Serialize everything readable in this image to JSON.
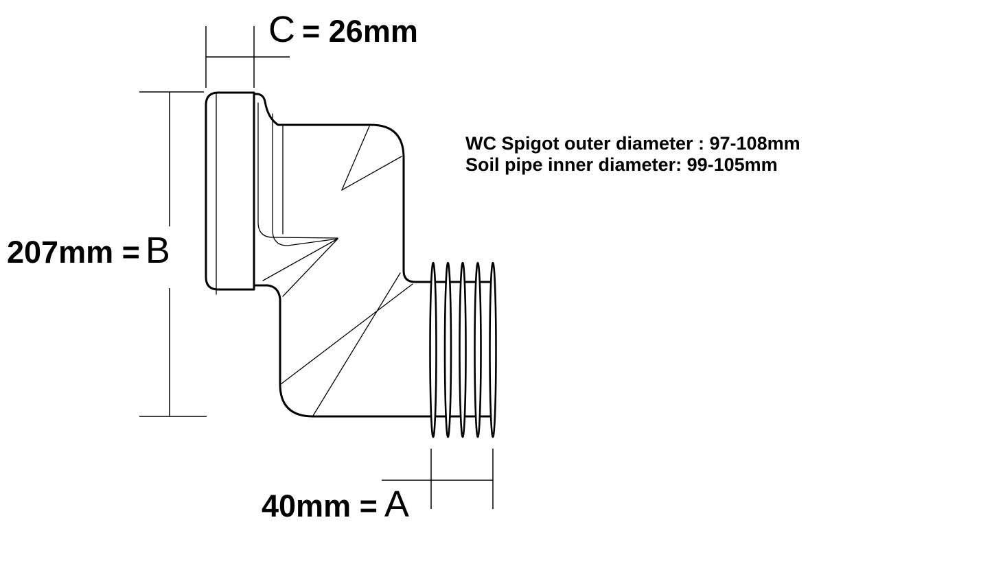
{
  "colors": {
    "line": "#000000",
    "background": "#ffffff",
    "text": "#000000"
  },
  "dimensions": {
    "c": {
      "letter": "C",
      "value_text": "= 26mm"
    },
    "b": {
      "value_text": "207mm =",
      "letter": "B"
    },
    "a": {
      "value_text": "40mm =",
      "letter": "A"
    }
  },
  "notes": {
    "line1": "WC Spigot outer diameter : 97-108mm",
    "line2": "Soil pipe inner diameter: 99-105mm"
  }
}
